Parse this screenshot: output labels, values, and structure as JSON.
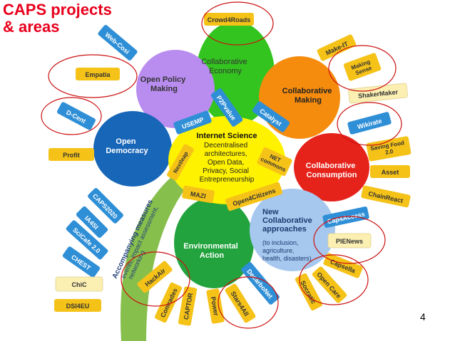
{
  "title": [
    "CAPS projects",
    "& areas"
  ],
  "page_number": "4",
  "center": {
    "title": "Internet Science",
    "lines": [
      "Decentralised",
      "architectures,",
      "Open Data,",
      "Privacy, Social",
      "Entrepreneurship"
    ]
  },
  "petals": {
    "collaborative_economy": [
      "Collaborative",
      "Economy"
    ],
    "open_policy_making": [
      "Open Policy",
      "Making"
    ],
    "collaborative_making": [
      "Collaborative",
      "Making"
    ],
    "open_democracy": [
      "Open",
      "Democracy"
    ],
    "collaborative_consumption": [
      "Collaborative",
      "Consumption"
    ],
    "environmental_action": [
      "Environmental",
      "Action"
    ],
    "new_collaborative_approaches": [
      "New",
      "Collaborative",
      "approaches"
    ],
    "new_collaborative_approaches_note": [
      "(to inclusion,",
      "agriculture,",
      "health, disasters)"
    ]
  },
  "arc_text": [
    "Accompanying measures",
    "events, impact assessment,",
    "networking"
  ],
  "projects": {
    "crowd4roads": "Crowd4Roads",
    "web_cosi": "Web-Cosi",
    "empatia": "Empatia",
    "d_cent": "D-Cent",
    "profit": "Profit",
    "make_it": "Make-IT",
    "making_sense": [
      "Making",
      "Sense"
    ],
    "shakermaker": "ShakerMaker",
    "wikirate": "Wikirate",
    "saving_food": [
      "Saving Food",
      "2.0"
    ],
    "asset": "Asset",
    "chainreact": "ChainReact",
    "usemp": "USEMP",
    "p2pvalue": "P2Pvalue",
    "catalyst": "Catalyst",
    "nextleap": "Nextleap",
    "net_commons": [
      "NET",
      "commons"
    ],
    "mazi": "MAZI",
    "open4citizens": "Open4Citizens",
    "caps2020": "CAPS2020",
    "ia4si": "IA4SI",
    "scicafe": "SciCafe 2.0",
    "chest": "CHEST",
    "chic": "ChiC",
    "dsi4eu": "DSI4EU",
    "hackair": "HackAir",
    "comrades": "Comrades",
    "captor": "CAPTOR",
    "power": "Power",
    "stars4all": "Stars4All",
    "decarbonet": "DecarboNet",
    "cap4access": "Cap4Access",
    "pienews": "PIENews",
    "capsella": "Capsella",
    "open_care": "Open Care",
    "socratic": "Socratic"
  },
  "colors": {
    "title": "#e8001c",
    "collaborative_economy": "#33c41f",
    "open_policy_making": "#b98cf0",
    "collaborative_making": "#f68c0e",
    "open_democracy": "#1766b8",
    "collaborative_consumption": "#e5231b",
    "environmental_action": "#22a33d",
    "new_approaches": "#a6c8ee",
    "center": "#fff200",
    "arc": "#7ab83a",
    "tag_orange": "#f5c218",
    "tag_blue": "#2f8fd6",
    "tag_cream": "#fbefb2",
    "highlight_circle": "#cc1010"
  }
}
